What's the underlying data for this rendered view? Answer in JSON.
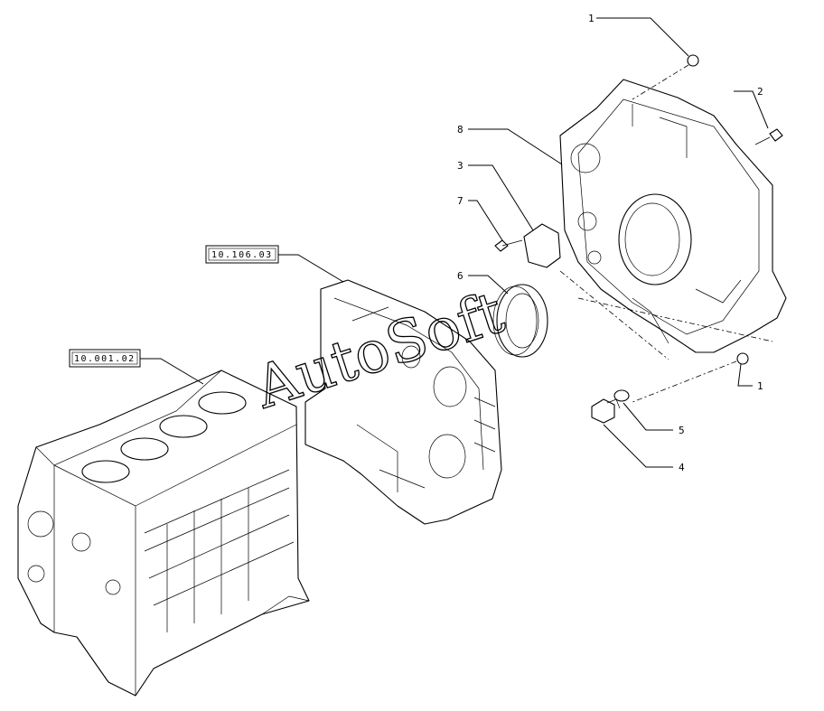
{
  "references": {
    "timing_case": "10.106.03",
    "engine_block": "10.001.02"
  },
  "callouts": {
    "c1_top": "1",
    "c2": "2",
    "c8": "8",
    "c3": "3",
    "c7": "7",
    "c6": "6",
    "c1_bottom": "1",
    "c5": "5",
    "c4": "4"
  },
  "watermark": "AutoSoft"
}
